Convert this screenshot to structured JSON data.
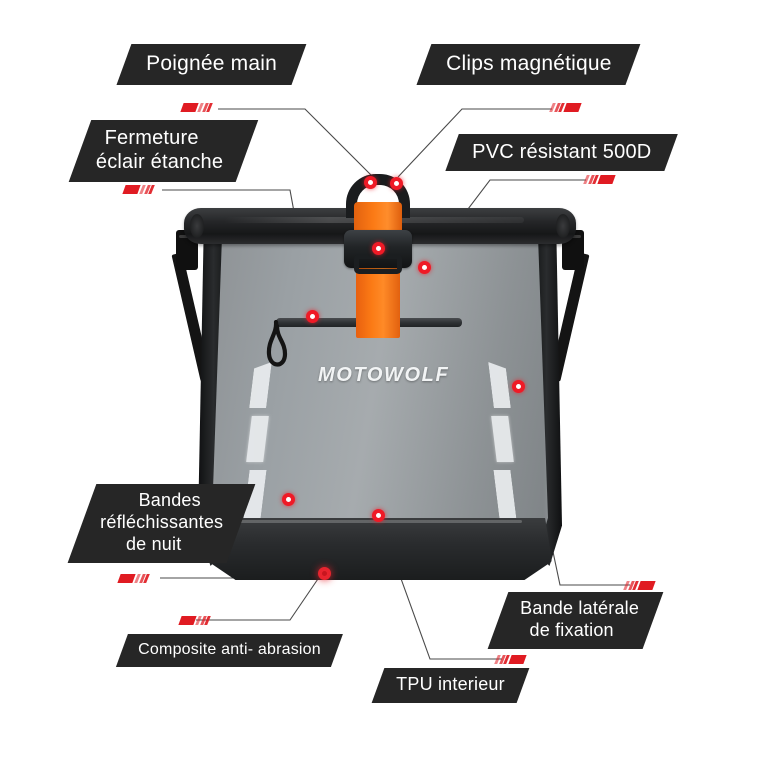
{
  "page": {
    "background_color": "#ffffff",
    "label_color": "#262626",
    "accent_color": "#e01b22",
    "marker_color": "#ef1a26"
  },
  "product": {
    "brand": "MOTOWOLF",
    "body_color": "#9aa0a4",
    "trim_color": "#1b1d1e",
    "strap_color": "#fb7a15"
  },
  "callouts": [
    {
      "id": "poignee-main",
      "text_lines": [
        "Poignée main"
      ],
      "side": "left"
    },
    {
      "id": "clips-magnetique",
      "text_lines": [
        "Clips magnétique"
      ],
      "side": "right"
    },
    {
      "id": "fermeture-eclair",
      "text_lines": [
        "Fermeture",
        "éclair étanche"
      ],
      "side": "left"
    },
    {
      "id": "pvc-resistant",
      "text_lines": [
        "PVC résistant 500D"
      ],
      "side": "right"
    },
    {
      "id": "bandes-reflechissantes",
      "text_lines": [
        "Bandes",
        "réfléchissantes",
        "de nuit"
      ],
      "side": "left"
    },
    {
      "id": "bande-laterale",
      "text_lines": [
        "Bande latérale",
        "de fixation"
      ],
      "side": "right"
    },
    {
      "id": "composite-abrasion",
      "text_lines": [
        "Composite anti- abrasion"
      ],
      "side": "left"
    },
    {
      "id": "tpu-interieur",
      "text_lines": [
        "TPU interieur"
      ],
      "side": "left"
    }
  ]
}
